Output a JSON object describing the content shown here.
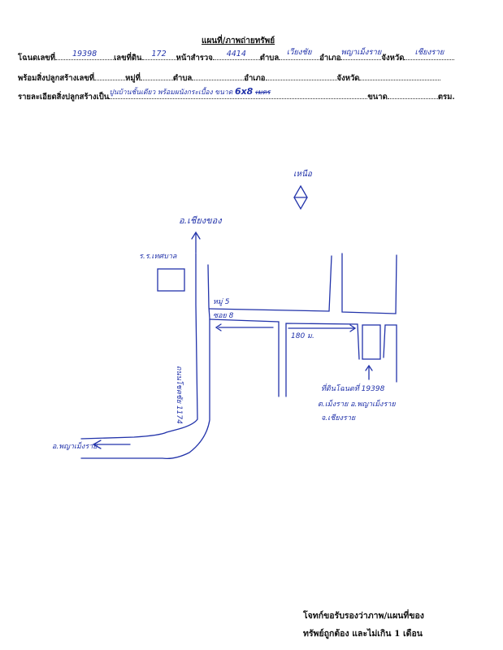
{
  "title": "แผนที่/ภาพถ่ายทรัพย์",
  "form": {
    "deed_label": "โฉนดเลขที่",
    "deed_value": "19398",
    "land_no_label": "เลขที่ดิน",
    "land_no_value": "172",
    "survey_page_label": "หน้าสำรวจ",
    "survey_page_value": "4414",
    "tambon_label": "ตำบล",
    "tambon_value": "เวียงชัย",
    "amphoe_label": "อำเภอ",
    "amphoe_value": "พญาเม็งราย",
    "province_label": "จังหวัด",
    "province_value": "เชียงราย",
    "building_no_label": "พร้อมสิ่งปลูกสร้างเลขที่",
    "moo_label": "หมู่ที่",
    "tambon2_label": "ตำบล",
    "amphoe2_label": "อำเภอ",
    "province2_label": "จังหวัด",
    "details_label": "รายละเอียดสิ่งปลูกสร้างเป็น",
    "details_value": "ปูนบ้านชั้นเดียว พร้อมผนังกระเบื้อง ขนาด",
    "size_value": "6x8",
    "size_unit_hand": "เมตร",
    "size_label": "ขนาด",
    "area_unit": "ตรม."
  },
  "map": {
    "north_label": "เหนือ",
    "to_top": "อ.เชียงของ",
    "school_label": "ร.ร.เทศบาล",
    "road_label": "ถนนโชคชัย 1174",
    "moo_label": "หมู่ 5",
    "soi_label": "ซอย 8",
    "distance_label": "180 ม.",
    "land_label": "ที่ดินโฉนดที่ 19398",
    "land_addr1": "ต.เม็งราย อ.พญาเม็งราย",
    "land_addr2": "จ.เชียงราย",
    "to_left": "อ.พญาเม็งราย"
  },
  "footer": {
    "line1": "โจทก์ขอรับรองว่าภาพ/แผนที่ของ",
    "line2": "ทรัพย์ถูกต้อง และไม่เกิน 1 เดือน"
  },
  "colors": {
    "ink": "#2233aa",
    "print": "#111111"
  }
}
